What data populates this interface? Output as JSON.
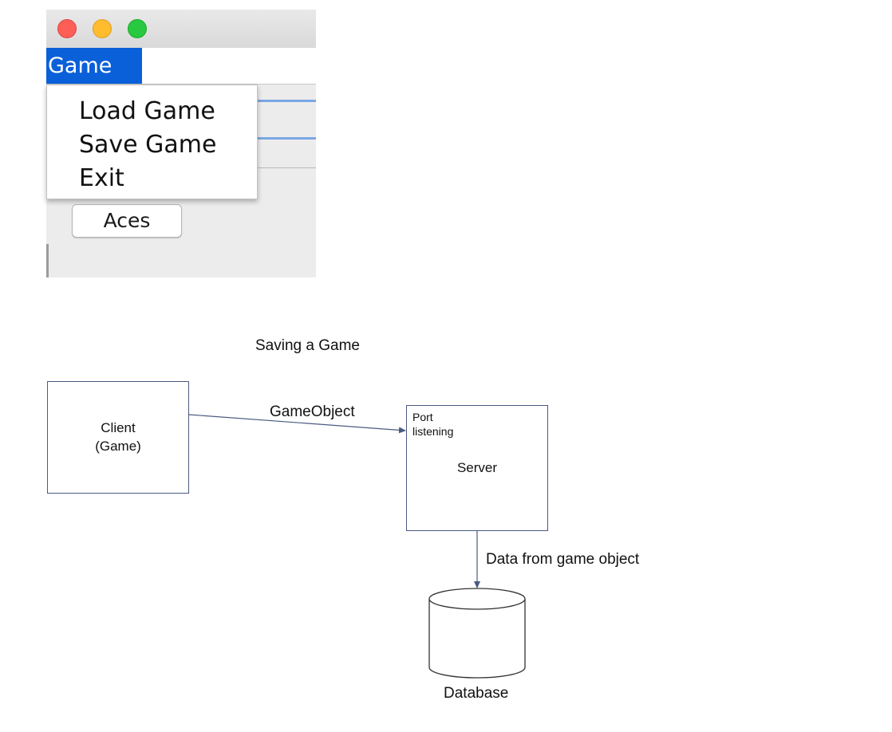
{
  "window": {
    "controls": {
      "close": {
        "icon": "close-dot-icon",
        "color": "#fd5f57"
      },
      "minimize": {
        "icon": "minimize-dot-icon",
        "color": "#febc2e"
      },
      "zoom": {
        "icon": "zoom-dot-icon",
        "color": "#28c840"
      }
    },
    "menubar": {
      "game_menu_label": "Game",
      "accent": "#0a60d8"
    },
    "menu": {
      "items": [
        {
          "label": "Load Game"
        },
        {
          "label": "Save Game"
        },
        {
          "label": "Exit"
        }
      ]
    },
    "aces_button_label": "Aces"
  },
  "diagram": {
    "title": "Saving a Game",
    "client": {
      "label": "Client\n(Game)"
    },
    "server": {
      "port_label": "Port\nlistening",
      "label": "Server"
    },
    "client_to_server_label": "GameObject",
    "server_to_database_label": "Data from game object",
    "database": {
      "label": "Database"
    },
    "line_color": "#4a5a80"
  }
}
